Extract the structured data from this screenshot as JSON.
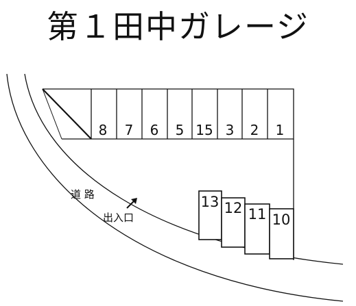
{
  "title": "第１田中ガレージ",
  "road_label": "道 路",
  "entrance_label": "出入口",
  "upper_row_spaces": [
    "8",
    "7",
    "6",
    "5",
    "15",
    "3",
    "2",
    "1"
  ],
  "lower_row_spaces": [
    "13",
    "12",
    "11",
    "10"
  ]
}
